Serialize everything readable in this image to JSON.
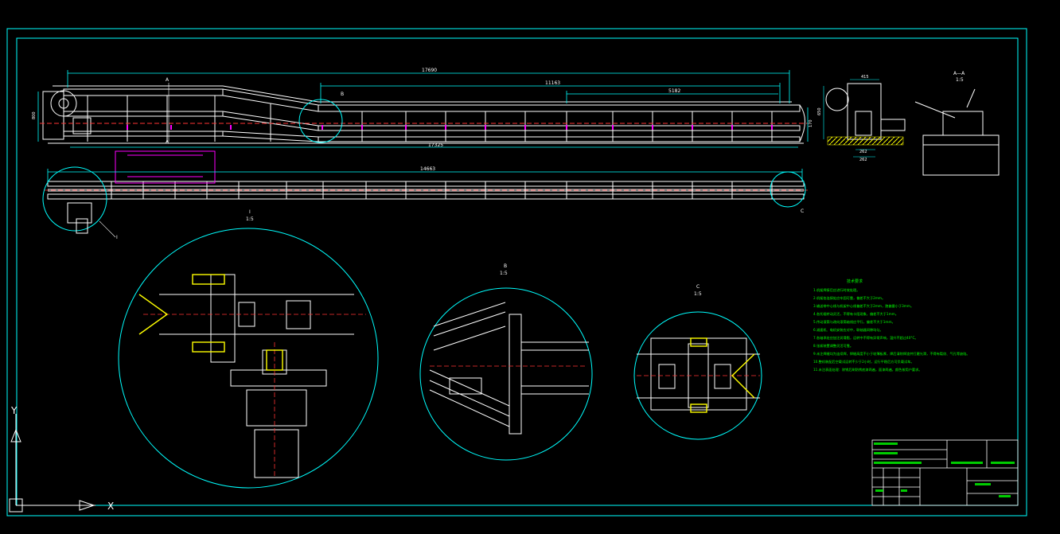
{
  "colors": {
    "background": "#000000",
    "frame": "#00ffff",
    "structure": "#ffffff",
    "centerline": "#ff3333",
    "highlight": "#ff00ff",
    "notes": "#00ff00",
    "accent": "#ffff00"
  },
  "dimensions": {
    "overall_top": "17690",
    "middle_top": "11163",
    "right_top": "5182",
    "bottom_length": "17325",
    "plan_length": "14663",
    "left_height": "800",
    "right_height": "170"
  },
  "view_labels": {
    "section_a_top": "A",
    "section_a_bottom": "A",
    "detail_b": "B",
    "detail_c_tag": "C",
    "detail_i_tag": "I",
    "detail_1_label": "I",
    "detail_1_scale": "1:5",
    "detail_2_label": "B",
    "detail_2_scale": "1:5",
    "detail_3_label": "C",
    "detail_3_scale": "1:5",
    "section_view_label": "A—A",
    "section_view_scale": "1:5"
  },
  "section_dims": {
    "top": "415",
    "left": "650",
    "bottom1": "262",
    "bottom2": "262"
  },
  "notes": {
    "title": "技术要求",
    "lines": [
      "1.机架焊接后应进行时效处理。",
      "2.机架各连接处应牢固可靠，偏差不大于2mm。",
      "3.输送带中心线与机架中心线偏差不大于2mm，跑偏量小于3mm。",
      "4.各托辊转动灵活，不得有卡阻现象，偏差不大于1mm。",
      "5.传动滚筒与改向滚筒轴线应平行，偏差不大于1mm。",
      "6.减速机、电机安装应对中，联轴器间隙均匀。",
      "7.各轴承处应加注润滑脂，运转中不得有异常声响，温升不超过40°C。",
      "8.张紧装置调整灵活可靠。",
      "9.未注焊缝均为连续焊，焊缝高度不小于较薄板厚，焊后清除焊渣并打磨光滑，不得有裂纹、气孔等缺陷。",
      "10.整机装配后空载试运转不少于2小时，运行平稳后方可负载试车。",
      "11.未注表面处理：除锈后刷防锈底漆两遍，面漆两遍，颜色按用户要求。"
    ]
  },
  "axes": {
    "x": "X",
    "y": "Y"
  }
}
